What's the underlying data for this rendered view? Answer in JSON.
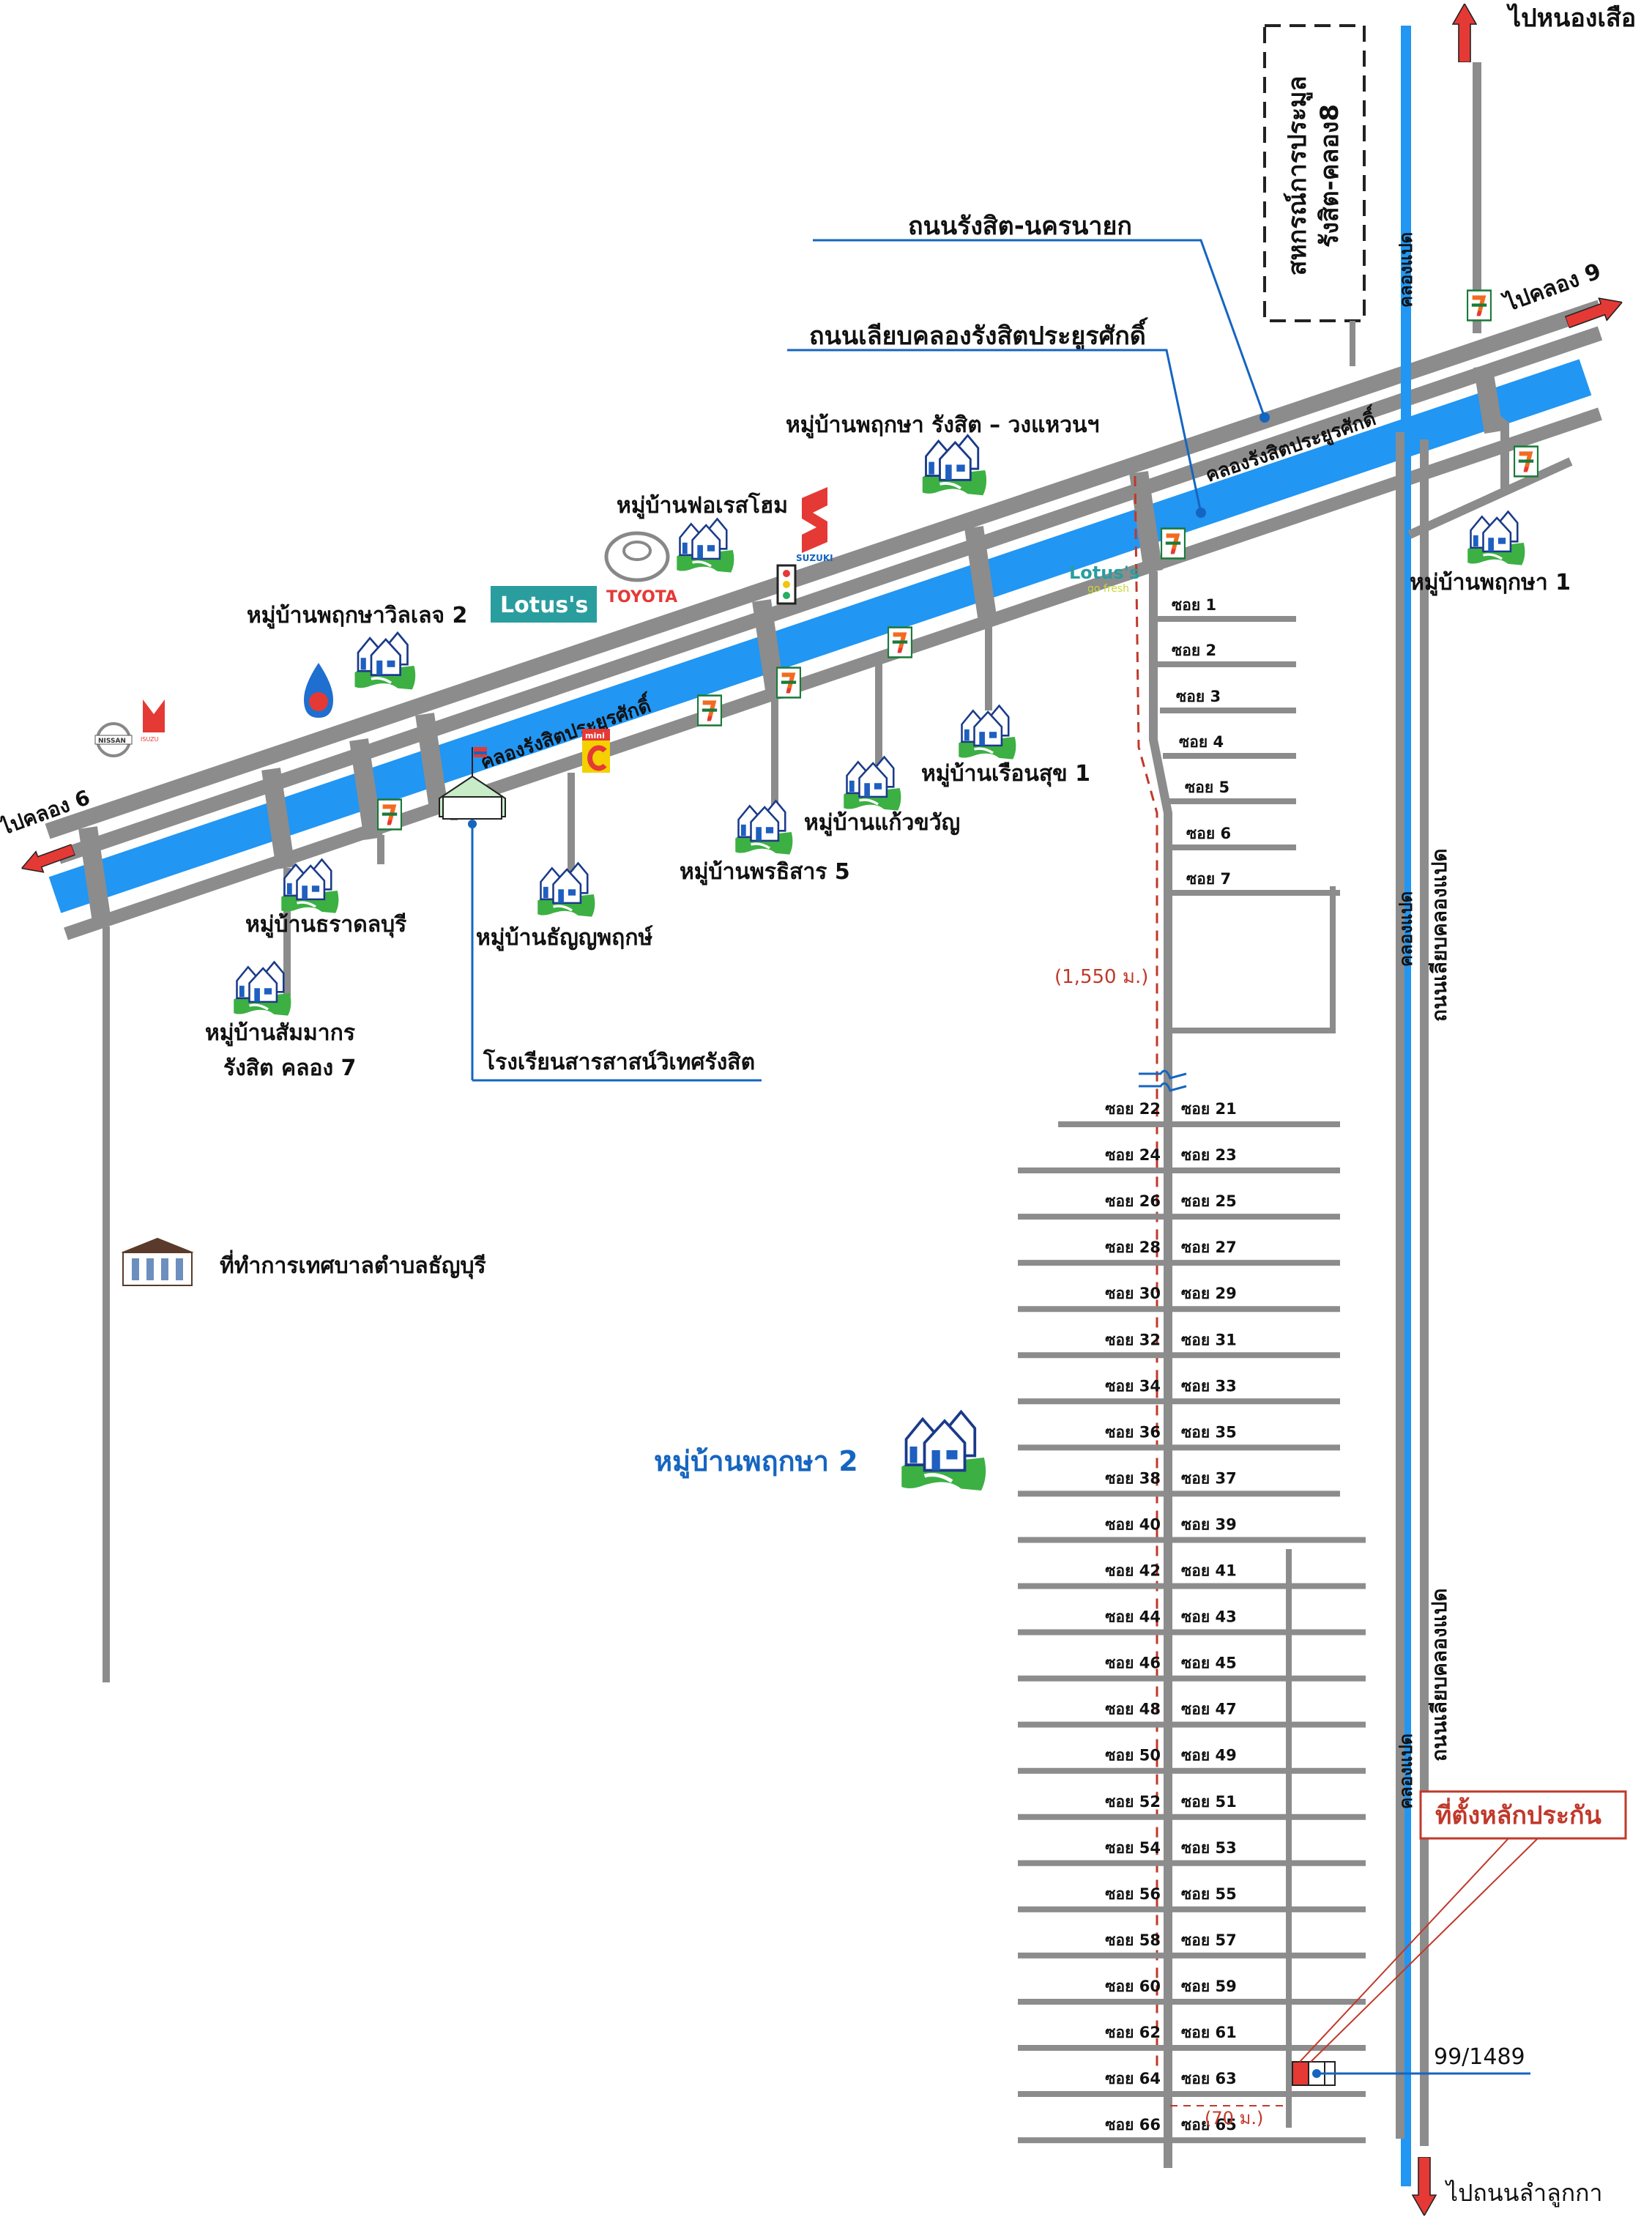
{
  "map": {
    "directions": {
      "to_nong_suea": "ไปหนองเสือ",
      "to_khlong_9": "ไปคลอง 9",
      "to_khlong_6": "ไปคลอง 6",
      "to_lam_luk_ka": "ไปถนนลำลูกกา"
    },
    "roads": {
      "rangsit_nakhon_nayok": "ถนนรังสิต-นครนายก",
      "liap_khlong_rangsit": "ถนนเลียบคลองรังสิตประยูรศักดิ์",
      "liap_khlong_paet_upper": "ถนนเลียบคลองแปด",
      "liap_khlong_paet_lower": "ถนนเลียบคลองแปด"
    },
    "canals": {
      "rangsit_canal_upper": "คลองรังสิตประยูรศักดิ์",
      "rangsit_canal_lower": "คลองรังสิตประยูรศักดิ์",
      "khlong_paet_top": "คลองแปด",
      "khlong_paet_mid": "คลองแปด",
      "khlong_paet_bottom": "คลองแปด"
    },
    "cooperative": {
      "line1": "สหกรณ์การประมูล",
      "line2": "รังสิต-คลอง8"
    },
    "villages": {
      "phruksa_rangsit_ring": "หมู่บ้านพฤกษา รังสิต – วงแหวนฯ",
      "forest_home": "หมู่บ้านฟอเรสโฮม",
      "phruksa_village_2": "หมู่บ้านพฤกษาวิลเลจ 2",
      "phruksa_1": "หมู่บ้านพฤกษา 1",
      "ruean_suk_1": "หมู่บ้านเรือนสุข 1",
      "kaew_khwan": "หมู่บ้านแก้วขวัญ",
      "phonthisan_5": "หมู่บ้านพรธิสาร 5",
      "tharadonburi": "หมู่บ้านธราดลบุรี",
      "thanya_phruek": "หมู่บ้านธัญญพฤกษ์",
      "sammakorn_line1": "หมู่บ้านสัมมากร",
      "sammakorn_line2": "รังสิต คลอง 7",
      "phruksa_2": "หมู่บ้านพฤกษา 2"
    },
    "landmarks": {
      "school": "โรงเรียนสารสาสน์วิเทศรังสิต",
      "municipal_office": "ที่ทำการเทศบาลตำบลธัญบุรี"
    },
    "brands": {
      "lotus": "Lotus's",
      "lotus_go_fresh_sub": "go fresh",
      "toyota": "TOYOTA",
      "suzuki": "SUZUKI",
      "nissan": "NISSAN",
      "isuzu": "ISUZU",
      "mini_c": "mini",
      "seven_eleven": "7"
    },
    "distances": {
      "main_soi": "(1,550 ม.)",
      "to_property": "(70 ม.)"
    },
    "property": {
      "callout": "ที่ตั้งหลักประกัน",
      "house_number": "99/1489"
    },
    "soi_upper": [
      "ซอย 1",
      "ซอย 2",
      "ซอย 3",
      "ซอย 4",
      "ซอย 5",
      "ซอย 6",
      "ซอย 7"
    ],
    "soi_pairs": [
      {
        "left": "ซอย 22",
        "right": "ซอย 21"
      },
      {
        "left": "ซอย 24",
        "right": "ซอย 23"
      },
      {
        "left": "ซอย 26",
        "right": "ซอย 25"
      },
      {
        "left": "ซอย 28",
        "right": "ซอย 27"
      },
      {
        "left": "ซอย 30",
        "right": "ซอย 29"
      },
      {
        "left": "ซอย 32",
        "right": "ซอย 31"
      },
      {
        "left": "ซอย 34",
        "right": "ซอย 33"
      },
      {
        "left": "ซอย 36",
        "right": "ซอย 35"
      },
      {
        "left": "ซอย 38",
        "right": "ซอย 37"
      },
      {
        "left": "ซอย 40",
        "right": "ซอย 39"
      },
      {
        "left": "ซอย 42",
        "right": "ซอย 41"
      },
      {
        "left": "ซอย 44",
        "right": "ซอย 43"
      },
      {
        "left": "ซอย 46",
        "right": "ซอย 45"
      },
      {
        "left": "ซอย 48",
        "right": "ซอย 47"
      },
      {
        "left": "ซอย 50",
        "right": "ซอย 49"
      },
      {
        "left": "ซอย 52",
        "right": "ซอย 51"
      },
      {
        "left": "ซอย 54",
        "right": "ซอย 53"
      },
      {
        "left": "ซอย 56",
        "right": "ซอย 55"
      },
      {
        "left": "ซอย 58",
        "right": "ซอย 57"
      },
      {
        "left": "ซอย 60",
        "right": "ซอย 59"
      },
      {
        "left": "ซอย 62",
        "right": "ซอย 61"
      },
      {
        "left": "ซอย 64",
        "right": "ซอย 63"
      },
      {
        "left": "ซอย 66",
        "right": "ซอย 65"
      }
    ],
    "highlighted_soi": "ซอย 63",
    "colors": {
      "canal": "#2196f3",
      "road": "#8c8c8c",
      "arrow": "#e53935",
      "leader": "#1565c0",
      "village_grass": "#3cb043",
      "callout_red": "#c0392b",
      "seven_green": "#1b7a3a",
      "seven_orange": "#f26b21",
      "lotus_teal": "#2a9d9f"
    }
  }
}
